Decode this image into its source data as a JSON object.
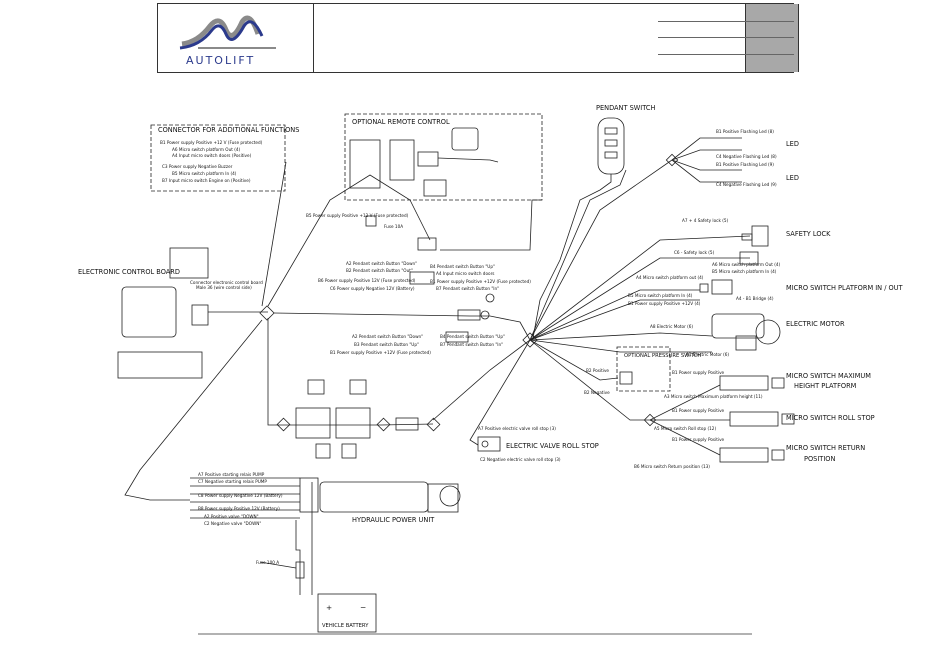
{
  "header": {
    "brand": "AUTOLIFT",
    "logo_colors": {
      "primary": "#2b3a8c",
      "accent": "#8a8a8a"
    }
  },
  "title": "HYDRAULIC POWER UNIT",
  "titles": {
    "connector_additional": "CONNECTOR FOR ADDITIONAL FUNCTIONS",
    "optional_remote": "OPTIONAL REMOTE CONTROL",
    "pendant_switch": "PENDANT SWITCH",
    "ecu": "ELECTRONIC CONTROL BOARD",
    "battery": "VEHICLE BATTERY",
    "optional_pressure": "OPTIONAL PRESSURE SWITCH"
  },
  "components": {
    "led1": "LED",
    "led2": "LED",
    "safety_lock": "SAFETY LOCK",
    "ms_platform": "MICRO SWITCH PLATFORM IN / OUT",
    "motor": "ELECTRIC MOTOR",
    "ms_max_height_1": "MICRO SWITCH MAXIMUM",
    "ms_max_height_2": "HEIGHT PLATFORM",
    "ms_roll_stop": "MICRO SWITCH ROLL STOP",
    "ms_return_1": "MICRO SWITCH RETURN",
    "ms_return_2": "POSITION",
    "valve_roll_stop": "ELECTRIC VALVE ROLL STOP"
  },
  "wire_labels": {
    "conn_b1": "B1 Power supply Positive +12 V (Fuse protected)",
    "conn_a6": "A6 Micro switch platform Out (4)",
    "conn_a4": "A4 Input micro switch doors (Positive)",
    "conn_c3": "C3 Power supply Negative Buzzer",
    "conn_b5": "B5 Micro switch platform In (4)",
    "conn_b7": "B7 Input micro switch Engine on (Positive)",
    "fuse_a": "B5 Power supply Positive +12 V (Fuse protected)",
    "fuse_b": "Fuse 10A",
    "ecu_conn": "Connector electronic control board",
    "ecu_conn2": "Male 36 (wire control side)",
    "pend_a2": "A2 Pendant switch Button \"Down\"",
    "pend_b2": "B2 Pendant switch Button \"Out\"",
    "pend_b6": "B6 Power supply Positive 12V (Fuse protected)",
    "pend_c6": "C6 Power supply Negative 12V (Battery)",
    "pend_b4": "B4 Pendant switch Button \"Up\"",
    "pend_a4": "A4 Input micro switch doors",
    "pend_b1": "B1 Power supply Positive +12V (Fuse protected)",
    "pend_b7": "B7 Pendant switch Button \"In\"",
    "mid_a2": "A2 Pendant switch Button \"Down\"",
    "mid_b4": "B4 Pendant switch Button \"Up\"",
    "mid_b3": "B3 Pendant switch Button \"Up\"",
    "mid_b7": "B7 Pendant switch Button \"In\"",
    "mid_b1": "B1 Power supply Positive +12V (Fuse protected)",
    "led_b1": "B1 Positive Flashing Led (8)",
    "led_c4": "C4 Negative Flashing Led (8)",
    "led_b1b": "B1 Positive Flashing Led (9)",
    "led_c4b": "C4 Negative Flashing Led (9)",
    "safety_a7": "A7 + 4 Safety lock (5)",
    "safety_c6": "C6 - Safety lock (5)",
    "ms_a6": "A6 Micro switch platform Out (4)",
    "ms_b5": "B5 Micro switch platform In (4)",
    "ms_a4": "A4 Micro switch platform out (4)",
    "ms_b5b": "B5 Micro switch platform In (4)",
    "ms_b1": "B1 Power supply Positive +12V (4)",
    "ms_bridge": "A4 - B1 Bridge (4)",
    "motor_a8": "A8 Electric Motor (6)",
    "motor_a1": "A1 Electric Motor (6)",
    "press_pos": "B2 Positive",
    "press_neg": "B2 Negative",
    "mh_b1": "B1 Power supply Positive",
    "mh_a3": "A3 Micro switch Maximum platform height (11)",
    "rs_b1": "B1 Power supply Positive",
    "rs_a5": "A5 Micro switch Roll stop (12)",
    "rp_b1": "B1 Power supply Positive",
    "rp_b6": "B6 Micro switch Return position (13)",
    "valve_a7": "A7 Positive electric valve roll stop (3)",
    "valve_c2": "C2 Negative electric valve roll stop (3)",
    "hpu_a7": "A7 Positive starting relais PUMP",
    "hpu_c7": "C7 Negative starting relais PUMP",
    "hpu_c8": "C8 Power supply Negative 12V (Battery)",
    "hpu_b8": "B8 Power supply Positive 12V (Battery)",
    "hpu_a2": "A2 Positive valve \"DOWN\"",
    "hpu_c2": "C2 Negative valve \"DOWN\"",
    "bat_fuse": "Fuse 100 A"
  },
  "battery": {
    "plus": "+",
    "minus": "−"
  }
}
